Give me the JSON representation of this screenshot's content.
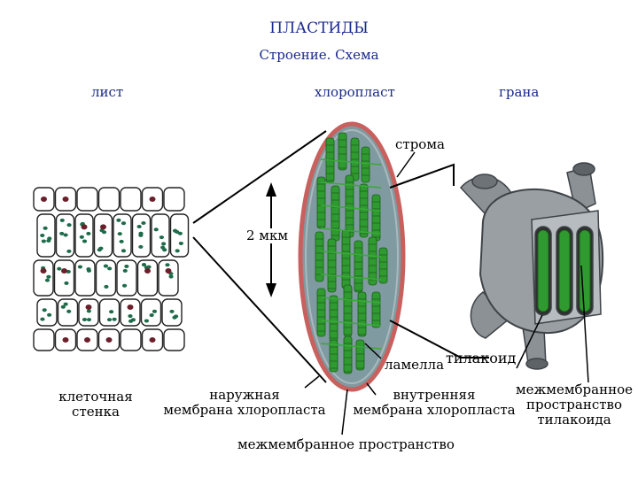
{
  "title": "ПЛАСТИДЫ",
  "subtitle": "Строение. Схема",
  "labels": {
    "leaf": "лист",
    "chloroplast": "хлоропласт",
    "grana": "грана",
    "stroma": "строма",
    "scale": "2 мкм",
    "lamella": "ламелла",
    "thylakoid": "тилакоид",
    "cell_wall": "клеточная\nстенка",
    "outer_membrane": "наружная\nмембрана хлоропласта",
    "inner_membrane": "внутренняя\nмембрана хлоропласта",
    "intermembrane_thylakoid": "межмембранное\nпространство\nтилакоида",
    "intermembrane_space": "межмембранное пространство"
  },
  "colors": {
    "title": "#1a2a8c",
    "chloroplast_fill": "#7f9aa0",
    "outer_membrane": "#c8605e",
    "thylakoid_green": "#2f9a2f",
    "granum_gray": "#8c9196",
    "cell_nucleus": "#6b1f2a",
    "chloroplast_dot": "#1e6b4a"
  }
}
